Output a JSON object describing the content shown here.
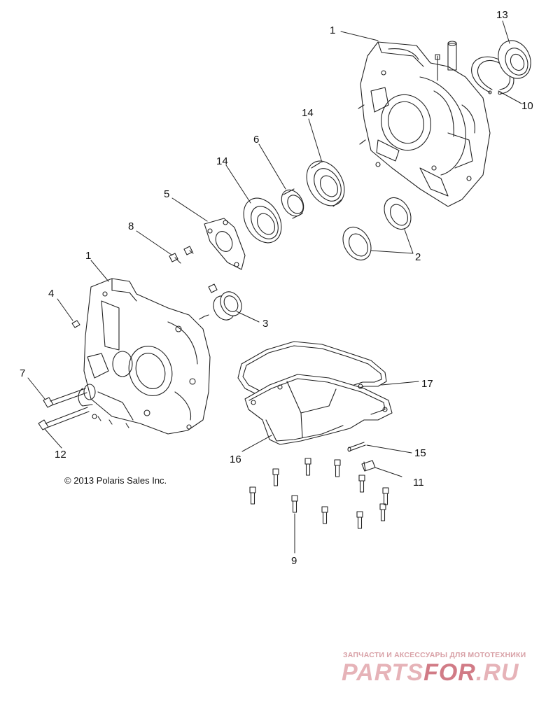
{
  "callouts": {
    "c1a": "1",
    "c1b": "1",
    "c2": "2",
    "c3": "3",
    "c4": "4",
    "c5": "5",
    "c6": "6",
    "c7": "7",
    "c8": "8",
    "c9": "9",
    "c10": "10",
    "c11": "11",
    "c12": "12",
    "c13": "13",
    "c14a": "14",
    "c14b": "14",
    "c15": "15",
    "c16": "16",
    "c17": "17"
  },
  "copyright": "© 2013 Polaris Sales Inc.",
  "watermark": {
    "tagline": "ЗАПЧАСТИ И АКСЕССУАРЫ ДЛЯ МОТОТЕХНИКИ",
    "logo_part1": "PARTS",
    "logo_part2": "FOR",
    "logo_part3": ".RU"
  }
}
